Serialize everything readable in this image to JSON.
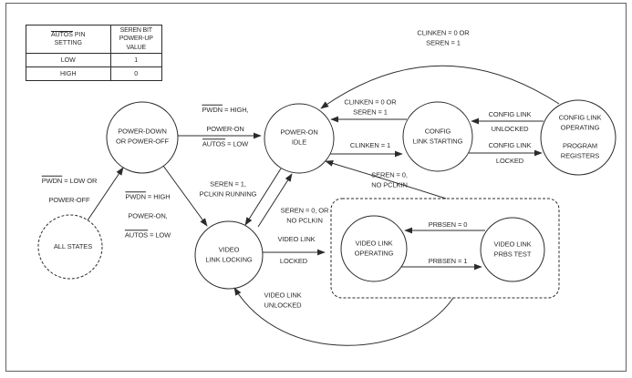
{
  "figure": {
    "background": "#ffffff",
    "ink_color": "#2b2b2b",
    "border_color": "#5f5f5f"
  },
  "table": {
    "header_col1_line1": [
      {
        "t": "AUTOS",
        "ov": true
      },
      {
        "t": " PIN"
      }
    ],
    "header_col1_line2": "SETTING",
    "header_col2": "SEREN BIT\nPOWER-UP VALUE",
    "rows": [
      {
        "setting": "LOW",
        "value": "1"
      },
      {
        "setting": "HIGH",
        "value": "0"
      }
    ]
  },
  "states": {
    "all_states": {
      "label": "ALL STATES"
    },
    "power_down": {
      "label": "POWER-DOWN\nOR POWER-OFF"
    },
    "power_on_idle": {
      "label": "POWER-ON\nIDLE"
    },
    "config_link_starting": {
      "label": "CONFIG\nLINK STARTING"
    },
    "config_link_operating": {
      "label": "CONFIG LINK\nOPERATING",
      "sublabel": "PROGRAM\nREGISTERS"
    },
    "video_link_locking": {
      "label": "VIDEO\nLINK LOCKING"
    },
    "video_link_operating": {
      "label": "VIDEO LINK\nOPERATING"
    },
    "video_link_prbs_test": {
      "label": "VIDEO LINK\nPRBS TEST"
    }
  },
  "transitions": {
    "all_to_powerdown_l1": [
      {
        "t": "PWDN",
        "ov": true
      },
      {
        "t": " = LOW OR"
      }
    ],
    "all_to_powerdown_l2": "POWER-OFF",
    "powerdown_to_idle_l1": [
      {
        "t": "PWDN",
        "ov": true
      },
      {
        "t": " = HIGH,"
      }
    ],
    "powerdown_to_idle_l2": "POWER-ON",
    "powerdown_to_idle_l3": [
      {
        "t": "AUTOS",
        "ov": true
      },
      {
        "t": " = LOW"
      }
    ],
    "powerdown_to_locking_l1": [
      {
        "t": "PWDN",
        "ov": true
      },
      {
        "t": " = HIGH"
      }
    ],
    "powerdown_to_locking_l2": "POWER-ON,",
    "powerdown_to_locking_l3": [
      {
        "t": "AUTOS",
        "ov": true
      },
      {
        "t": " = LOW"
      }
    ],
    "idle_to_locking": "SEREN = 1,\nPCLKIN RUNNING",
    "locking_to_idle": "SEREN = 0, OR\nNO PCLKIN",
    "starting_to_idle": "CLINKEN = 0 OR\nSEREN = 1",
    "idle_to_starting": "CLINKEN = 1",
    "operating_to_starting_l1": "CONFIG LINK",
    "operating_to_starting_l2": "UNLOCKED",
    "starting_to_operating_l1": "CONFIG LINK",
    "starting_to_operating_l2": "LOCKED",
    "operating_to_idle": "CLINKEN = 0 OR\nSEREN = 1",
    "locking_to_video_operating_l1": "VIDEO LINK",
    "locking_to_video_operating_l2": "LOCKED",
    "prbs_to_video_operating": "PRBSEN = 0",
    "video_operating_to_prbs": "PRBSEN = 1",
    "video_group_to_idle": "SEREN = 0,\nNO PCLKIN",
    "video_group_to_locking": "VIDEO LINK\nUNLOCKED"
  }
}
